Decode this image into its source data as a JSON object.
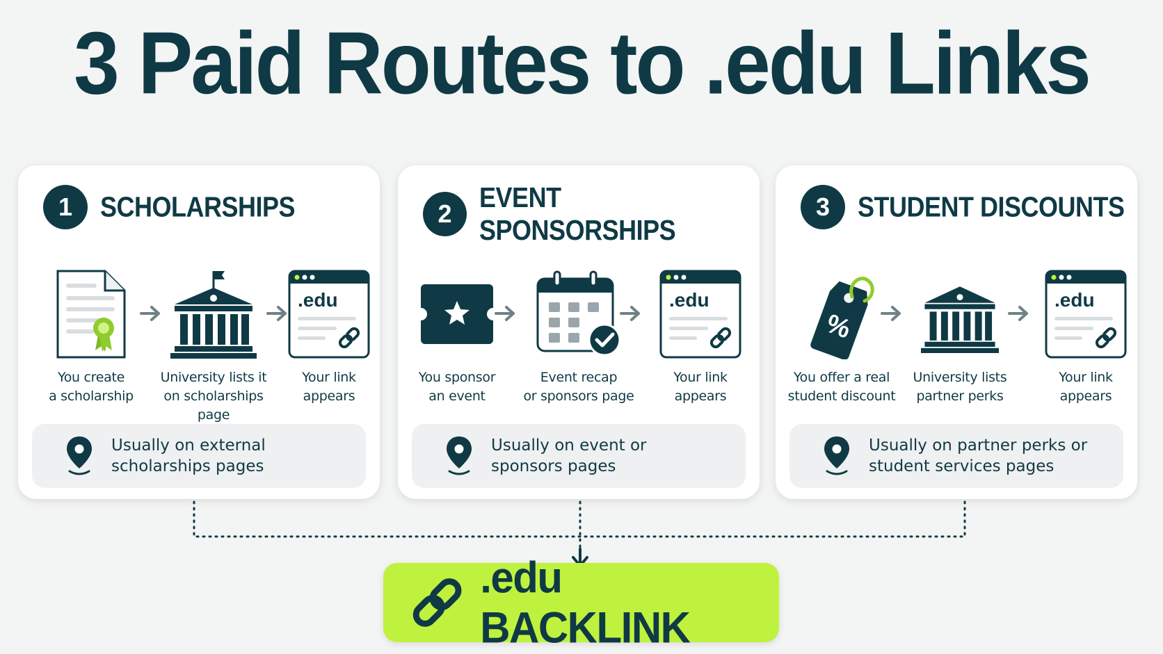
{
  "title": "3 Paid Routes to .edu Links",
  "routes": [
    {
      "number": "1",
      "title": "SCHOLARSHIPS",
      "steps": [
        {
          "icon": "scholarship-document-icon",
          "caption_line1": "You create",
          "caption_line2": "a scholarship"
        },
        {
          "icon": "university-building-icon",
          "caption_line1": "University lists it",
          "caption_line2": "on scholarships page"
        },
        {
          "icon": "edu-webpage-link-icon",
          "icon_text": ".edu",
          "caption_line1": "Your link",
          "caption_line2": "appears"
        }
      ],
      "note_line1": "Usually on external",
      "note_line2": "scholarships pages"
    },
    {
      "number": "2",
      "title": "EVENT SPONSORSHIPS",
      "steps": [
        {
          "icon": "event-ticket-icon",
          "caption_line1": "You sponsor",
          "caption_line2": "an event"
        },
        {
          "icon": "calendar-check-icon",
          "caption_line1": "Event recap",
          "caption_line2": "or sponsors page"
        },
        {
          "icon": "edu-webpage-link-icon",
          "icon_text": ".edu",
          "caption_line1": "Your link",
          "caption_line2": "appears"
        }
      ],
      "note_line1": "Usually on event or",
      "note_line2": "sponsors pages"
    },
    {
      "number": "3",
      "title": "STUDENT DISCOUNTS",
      "steps": [
        {
          "icon": "discount-tag-icon",
          "caption_line1": "You offer a real",
          "caption_line2": "student discount"
        },
        {
          "icon": "university-building-icon",
          "caption_line1": "University lists",
          "caption_line2": "partner perks"
        },
        {
          "icon": "edu-webpage-link-icon",
          "icon_text": ".edu",
          "caption_line1": "Your link",
          "caption_line2": "appears"
        }
      ],
      "note_line1": "Usually on partner perks or",
      "note_line2": "student services pages"
    }
  ],
  "result": {
    "icon": "chain-link-icon",
    "label": ".edu BACKLINK"
  },
  "colors": {
    "navy": "#0f3a45",
    "lime": "#bff23e",
    "background": "#f3f4f4",
    "card": "#ffffff",
    "note": "#eff0f1",
    "arrow_gray": "#6f8288"
  }
}
